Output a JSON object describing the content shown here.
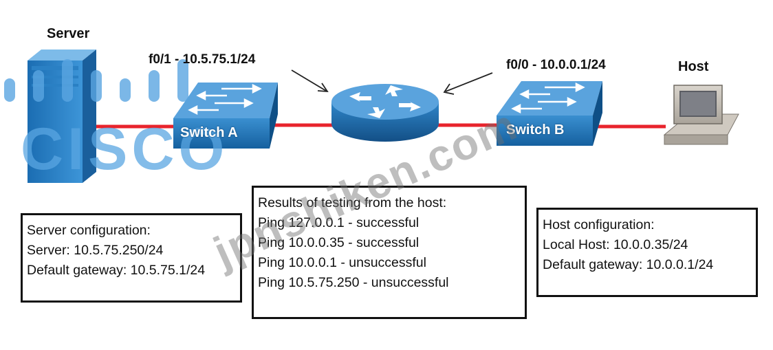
{
  "devices": {
    "server": {
      "label": "Server"
    },
    "switch_a": {
      "label": "Switch A",
      "interface": "f0/1 - 10.5.75.1/24"
    },
    "router": {},
    "switch_b": {
      "label": "Switch B",
      "interface": "f0/0 - 10.0.0.1/24"
    },
    "host": {
      "label": "Host"
    }
  },
  "server_config": {
    "lines": [
      "Server configuration:",
      "Server: 10.5.75.250/24",
      "Default gateway: 10.5.75.1/24"
    ]
  },
  "test_results": {
    "lines": [
      "Results of testing from the host:",
      "Ping 127.0.0.1 - successful",
      "Ping 10.0.0.35 - successful",
      "Ping 10.0.0.1 - unsuccessful",
      "Ping 10.5.75.250 - unsuccessful"
    ]
  },
  "host_config": {
    "lines": [
      "Host configuration:",
      "Local Host: 10.0.0.35/24",
      "Default gateway: 10.0.0.1/24"
    ]
  },
  "watermarks": {
    "site": "jpnshiken.com",
    "logo_text": "CISCO"
  },
  "colors": {
    "link": "#e8242c",
    "device_blue": "#1f73b5",
    "device_top": "#5aa3dd",
    "device_dark": "#0e4f86"
  }
}
